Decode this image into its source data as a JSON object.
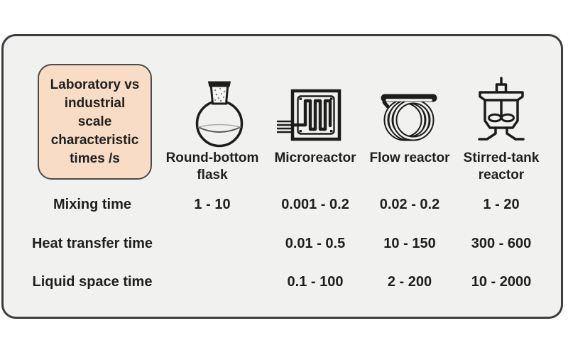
{
  "colors": {
    "panel_bg": "#f1f1ef",
    "panel_border": "#3d3d3d",
    "legend_bg": "#f9dcc6",
    "legend_border": "#4b4b4b",
    "text": "#1f1f1f",
    "icon_stroke": "#1c1c1c"
  },
  "legend": {
    "lines": [
      "Laboratory vs",
      "industrial",
      "scale",
      "characteristic",
      "times /s"
    ]
  },
  "columns": [
    {
      "id": "round-bottom-flask",
      "label": "Round-bottom flask",
      "icon": "round-bottom-flask-icon"
    },
    {
      "id": "microreactor",
      "label": "Microreactor",
      "icon": "microreactor-icon"
    },
    {
      "id": "flow-reactor",
      "label": "Flow reactor",
      "icon": "flow-reactor-icon"
    },
    {
      "id": "stirred-tank",
      "label": "Stirred-tank reactor",
      "icon": "stirred-tank-reactor-icon"
    }
  ],
  "rows": [
    {
      "label": "Mixing time",
      "values": [
        "1 - 10",
        "0.001 - 0.2",
        "0.02 - 0.2",
        "1 - 20"
      ]
    },
    {
      "label": "Heat transfer time",
      "values": [
        "",
        "0.01 - 0.5",
        "10 - 150",
        "300 - 600"
      ]
    },
    {
      "label": "Liquid space time",
      "values": [
        "",
        "0.1 - 100",
        "2 - 200",
        "10 - 2000"
      ]
    }
  ]
}
